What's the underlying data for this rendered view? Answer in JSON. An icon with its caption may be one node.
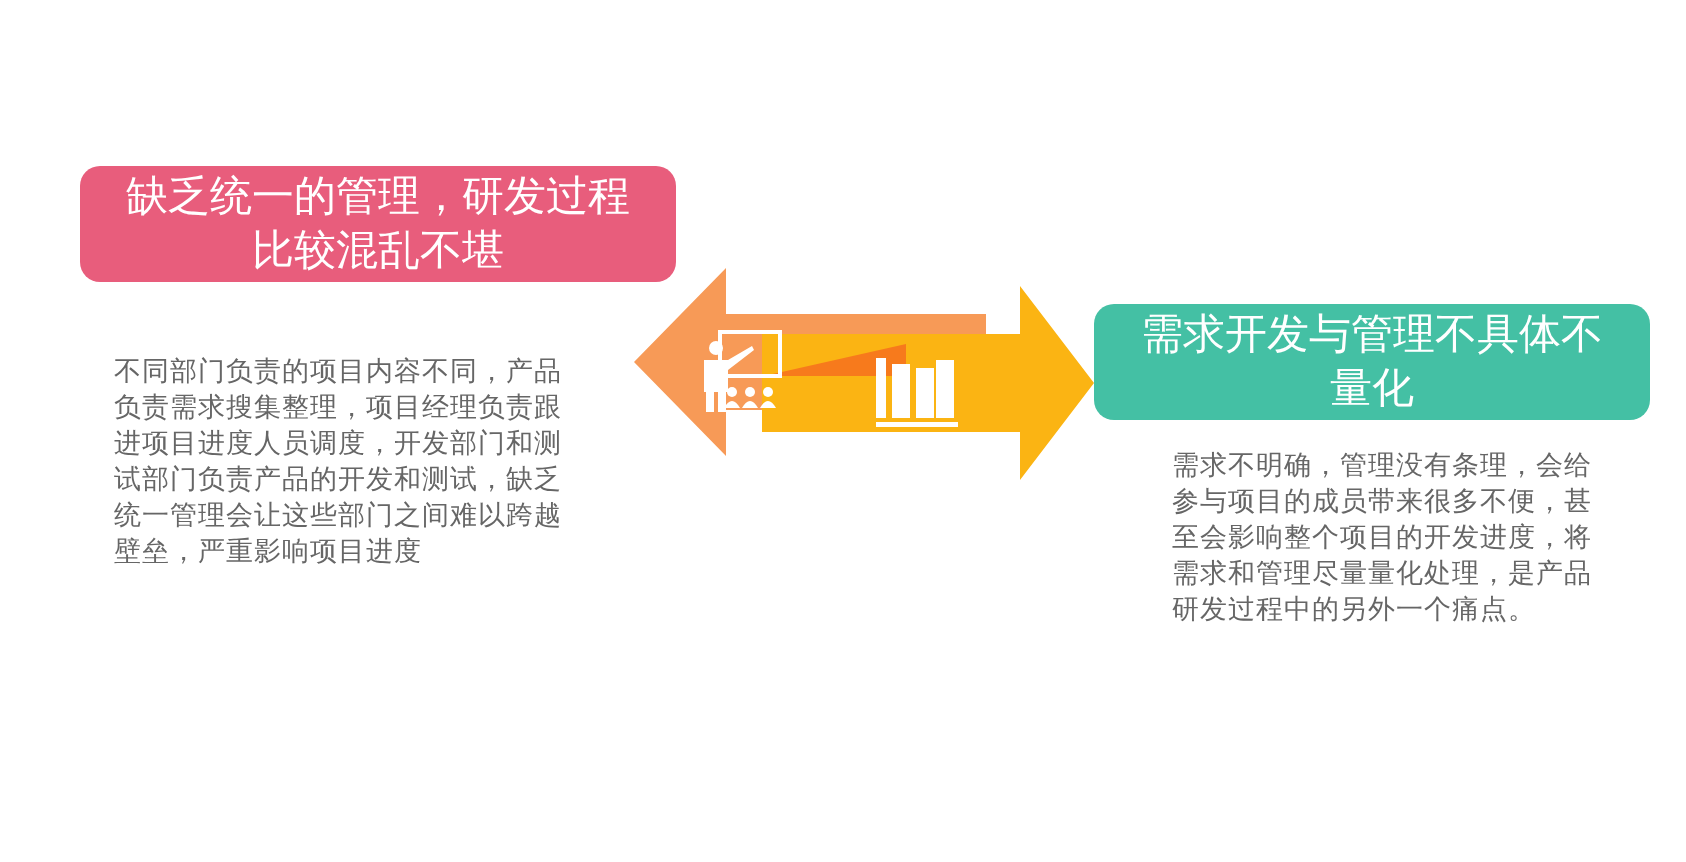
{
  "diagram": {
    "nodes": [
      {
        "text": [
          "缺乏统一的管理，研发过程比较混乱不堪"
        ],
        "beside": [
          "不同部门负责的项目内容不同，产品负责需求搜集整理，项目经理负责跟进项目进度人员调度，开发部门和测试部门负责产品的开发和测试，缺乏统一管理会让这些部门之间难以跨越壁垒，严重影响项目进度"
        ]
      },
      {
        "text": [
          "需求开发与管理不具体不量化"
        ],
        "beside": [
          "需求不明确，管理没有条理，会给参与项目的成员带来很多不便，甚至会影响整个项目的开发进度，将需求和管理尽量量化处理，是产品研发过程中的另外一个痛点。"
        ]
      }
    ],
    "edges": [
      {
        "from": null,
        "to": 0,
        "arrow": "to"
      },
      {
        "from": null,
        "to": 1,
        "arrow": "to"
      }
    ]
  }
}
